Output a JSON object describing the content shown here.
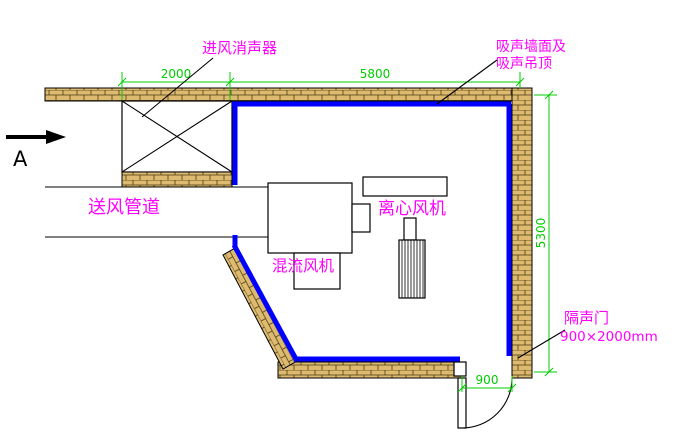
{
  "labels": {
    "intake_silencer": "进风消声器",
    "absorptive_wall_line1": "吸声墙面及",
    "absorptive_wall_line2": "吸声吊顶",
    "supply_duct": "送风管道",
    "centrifugal_fan": "离心风机",
    "mixed_flow_fan": "混流风机",
    "sound_door": "隔声门",
    "sound_door_size": "900×2000mm",
    "section_marker": "A"
  },
  "dimensions": {
    "silencer_width": "2000",
    "room_width": "5800",
    "room_depth": "5300",
    "door_width": "900"
  },
  "colors": {
    "label_text": "#FF00FF",
    "dimension": "#00CC00",
    "acoustic_lining": "#0000FF",
    "wall_fill": "#DDBA70",
    "line": "#000000",
    "background": "#FFFFFF"
  }
}
